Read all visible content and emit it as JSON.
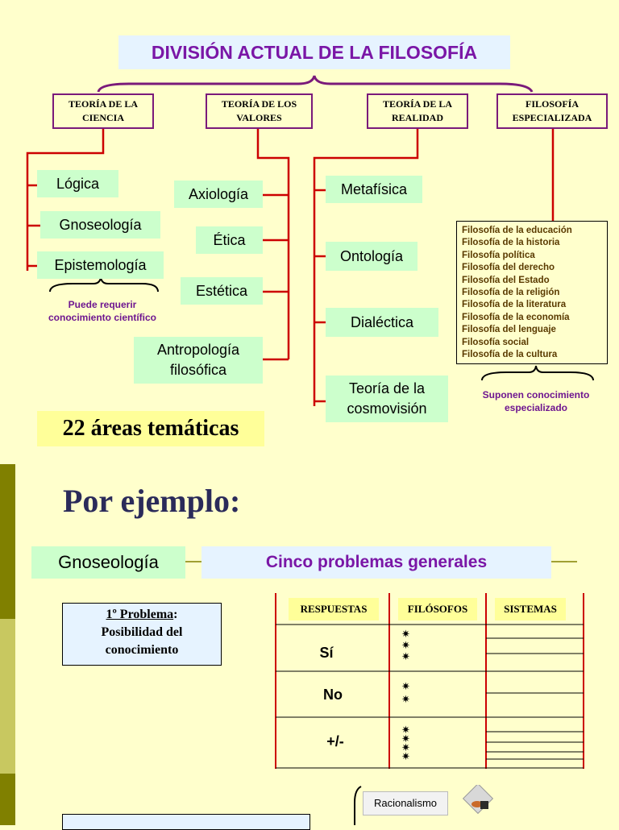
{
  "title": "DIVISIÓN ACTUAL DE LA FILOSOFÍA",
  "categories": [
    {
      "label": "TEORÍA DE LA\nCIENCIA"
    },
    {
      "label": "TEORÍA DE LOS\nVALORES"
    },
    {
      "label": "TEORÍA DE LA\nREALIDAD"
    },
    {
      "label": "FILOSOFÍA\nESPECIALIZADA"
    }
  ],
  "ciencia": [
    "Lógica",
    "Gnoseología",
    "Epistemología"
  ],
  "ciencia_note": "Puede requerir\nconocimiento científico",
  "valores": [
    "Axiología",
    "Ética",
    "Estética",
    "Antropología\nfilosófica"
  ],
  "realidad": [
    "Metafísica",
    "Ontología",
    "Dialéctica",
    "Teoría de la\ncosmovisión"
  ],
  "especializada": [
    "Filosofía de la educación",
    "Filosofía de la historia",
    "Filosofía política",
    "Filosofía del derecho",
    "Filosofía del Estado",
    "Filosofía de la religión",
    "Filosofía de la literatura",
    "Filosofía de la economía",
    "Filosofía del lenguaje",
    "Filosofía social",
    "Filosofía de la cultura"
  ],
  "especializada_note": "Suponen conocimiento\nespecializado",
  "areas": "22 áreas temáticas",
  "example_heading": "Por ejemplo:",
  "gnoseologia": "Gnoseología",
  "cinco": "Cinco problemas generales",
  "problem": {
    "title": "1º Problema",
    "colon": ":",
    "text": "Posibilidad del\nconocimiento"
  },
  "table": {
    "headers": [
      "RESPUESTAS",
      "FILÓSOFOS",
      "SISTEMAS"
    ],
    "rows": [
      {
        "label": "Sí",
        "stars": 3
      },
      {
        "label": "No",
        "stars": 2
      },
      {
        "label": "+/-",
        "stars": 4
      }
    ]
  },
  "racionalismo": "Racionalismo",
  "colors": {
    "background": "#ffffcc",
    "line": "#cc0000",
    "title": "#7a16a6",
    "sidebar": "#808000"
  }
}
